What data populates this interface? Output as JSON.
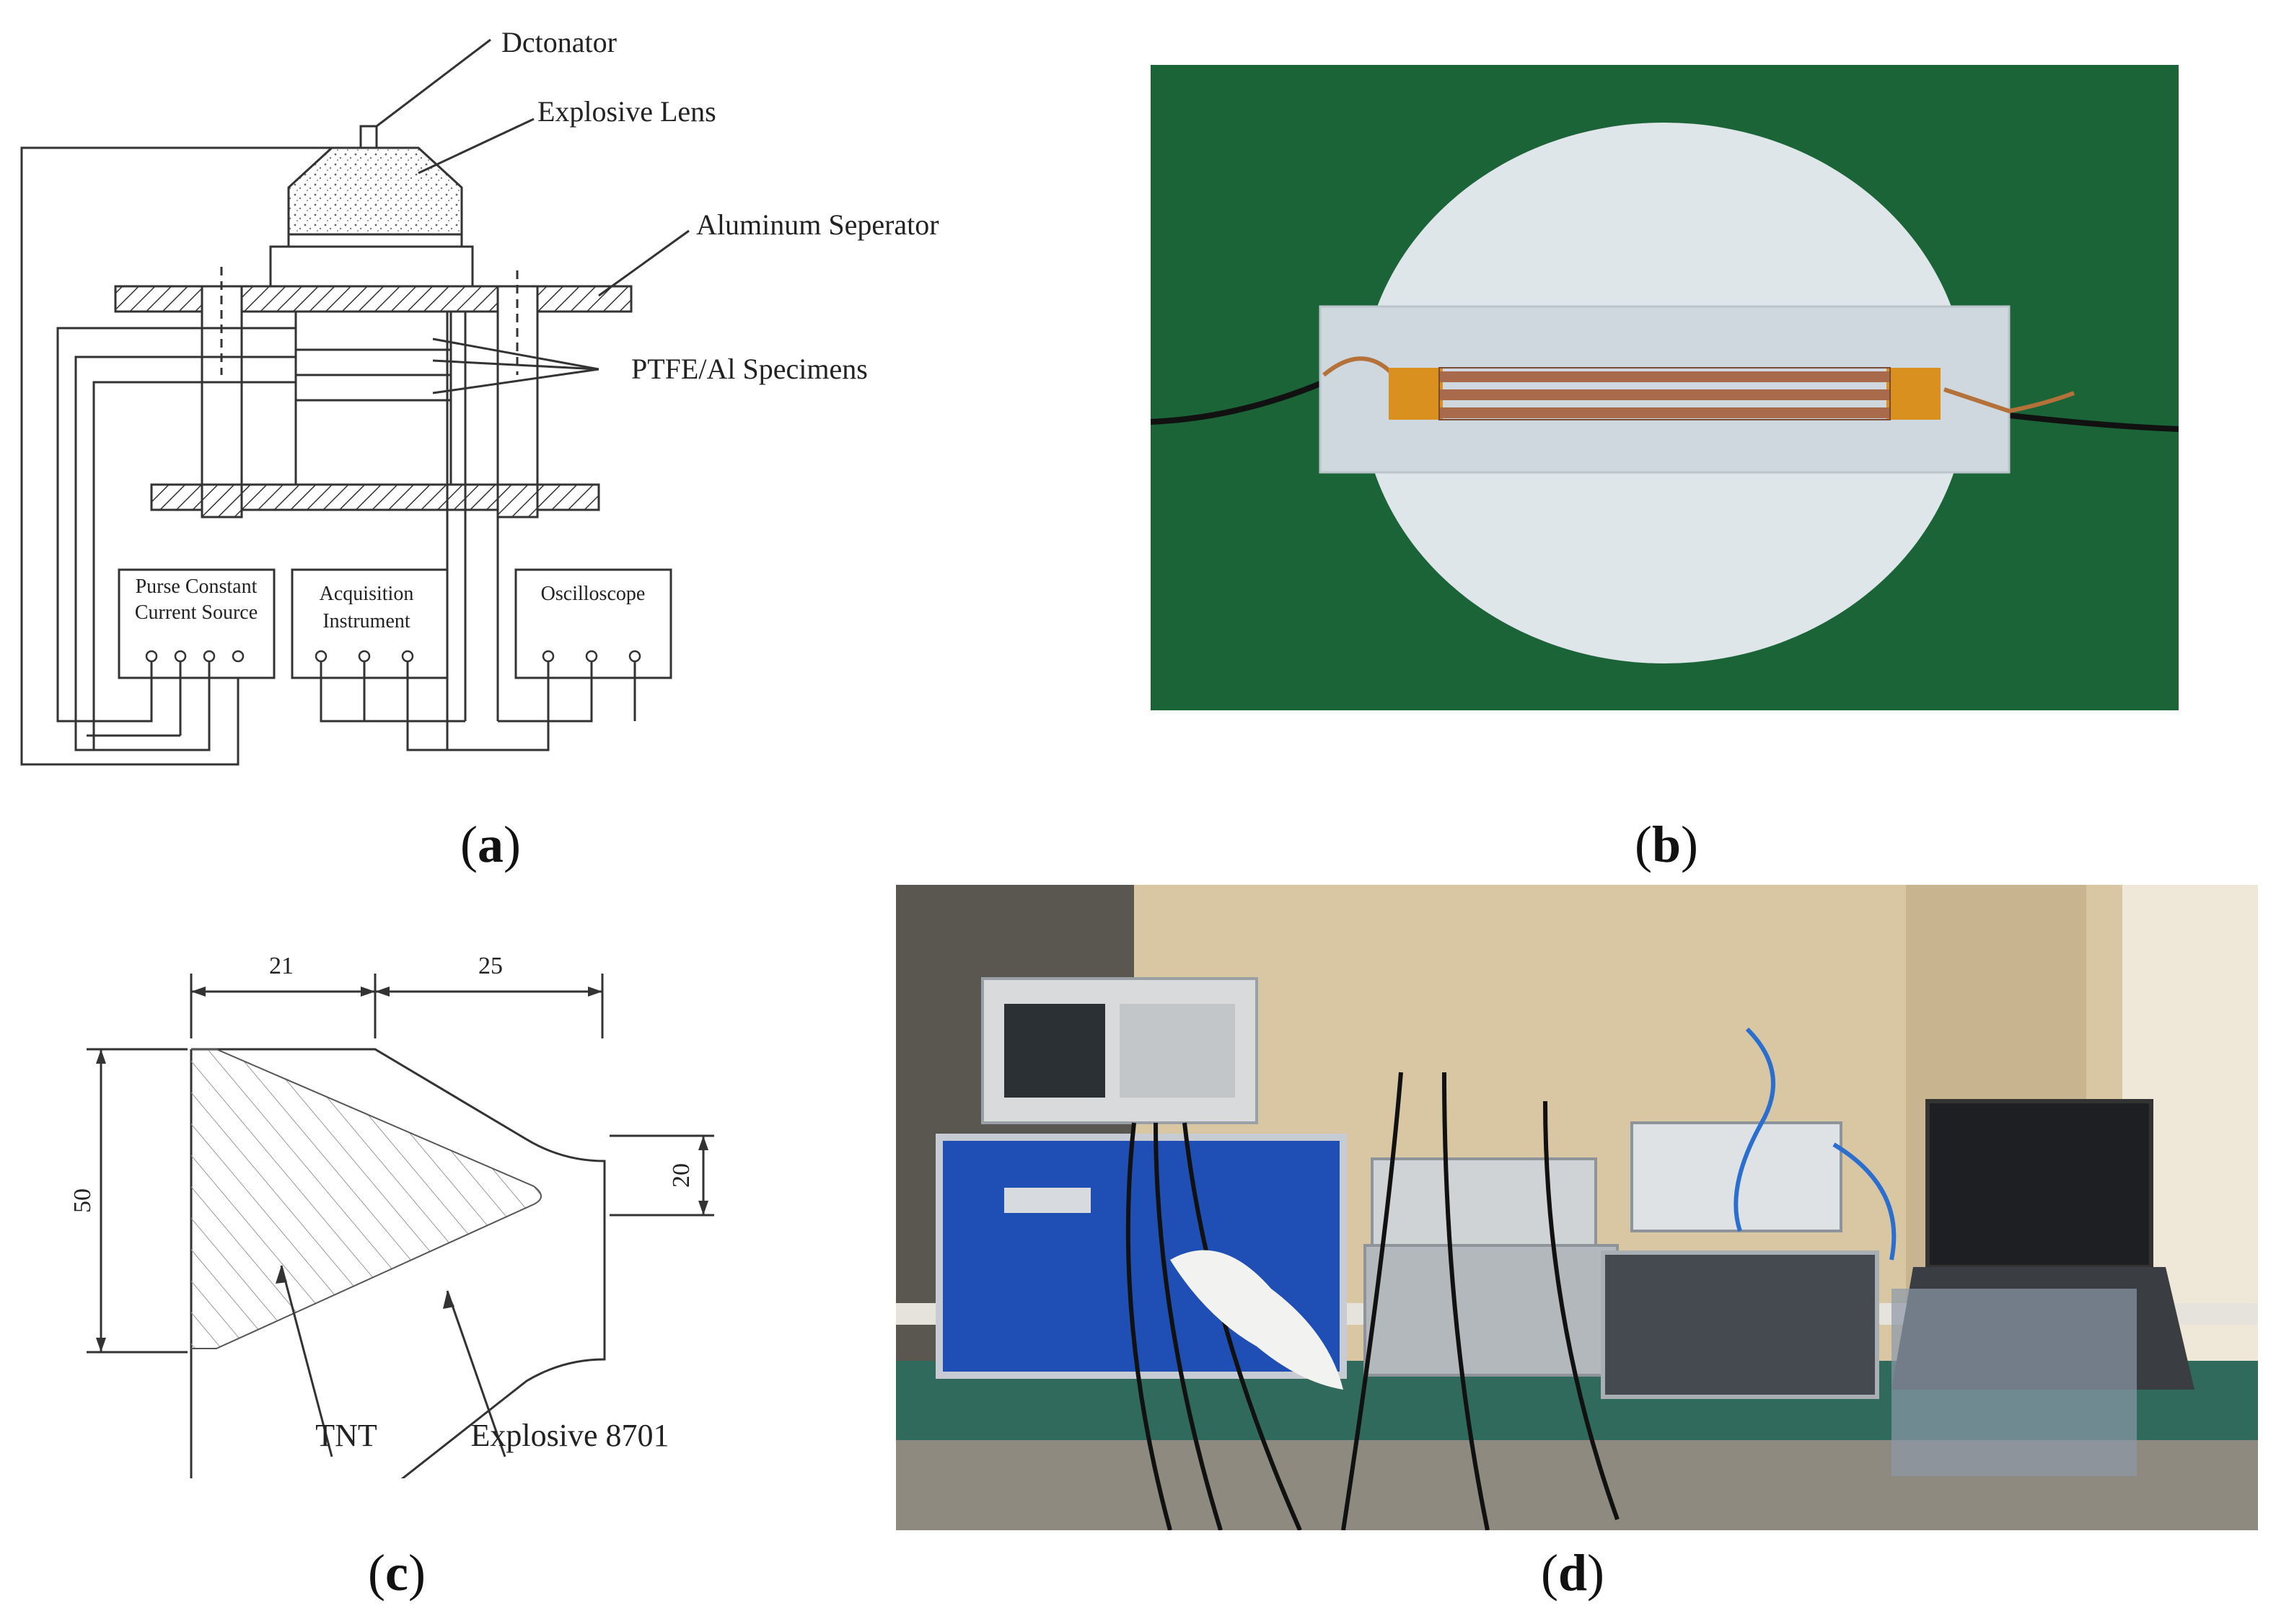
{
  "panel_a": {
    "labels": {
      "detonator": "Dctonator",
      "explosive_lens": "Explosive Lens",
      "aluminum_separator": "Aluminum Seperator",
      "specimens": "PTFE/Al Specimens"
    },
    "boxes": {
      "source_line1": "Purse Constant",
      "source_line2": "Current Source",
      "acq_line1": "Acquisition",
      "acq_line2": "Instrument",
      "scope": "Oscilloscope"
    },
    "caption_letter": "a"
  },
  "panel_b": {
    "caption_letter": "b"
  },
  "panel_c": {
    "dim_top_left": "21",
    "dim_top_right": "25",
    "dim_left": "50",
    "dim_right": "20",
    "label_tnt": "TNT",
    "label_explosive": "Explosive 8701",
    "caption_letter": "c"
  },
  "panel_d": {
    "caption_letter": "d"
  },
  "colors": {
    "board_green": "#1e6b3c",
    "specimen_white": "#dfe6ea",
    "copper": "#b5713a",
    "case_blue": "#1f4fb5",
    "wall": "#d9c7a3"
  }
}
